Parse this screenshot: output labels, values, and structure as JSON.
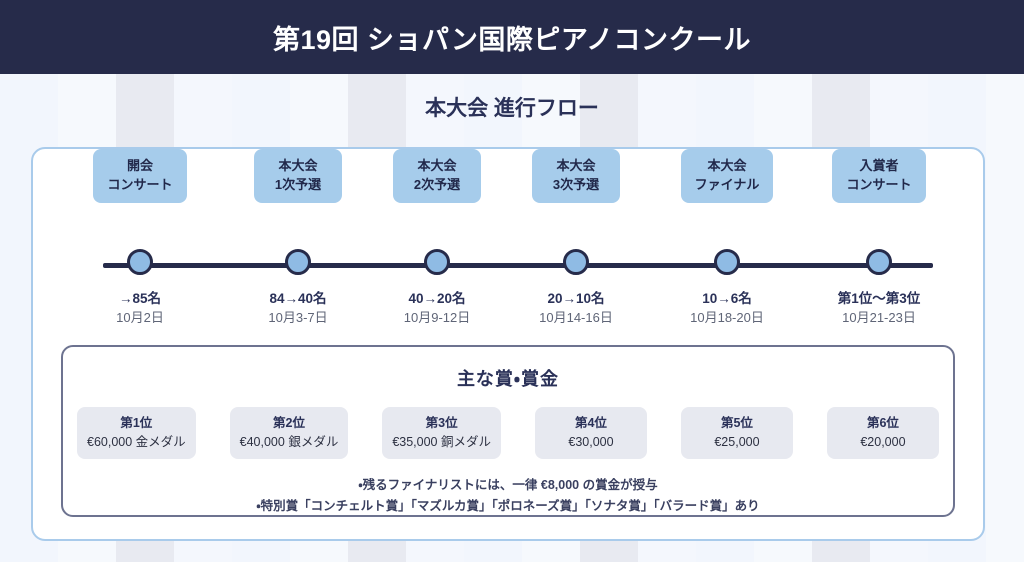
{
  "header": {
    "title": "第19回 ショパン国際ピアノコンクール"
  },
  "section": {
    "heading": "本大会 進行フロー"
  },
  "timeline": {
    "stages": [
      {
        "label": "開会\nコンサート",
        "count": "→85名",
        "date": "10月2日"
      },
      {
        "label": "本大会\n1次予選",
        "count": "84→40名",
        "date": "10月3-7日"
      },
      {
        "label": "本大会\n2次予選",
        "count": "40→20名",
        "date": "10月9-12日"
      },
      {
        "label": "本大会\n3次予選",
        "count": "20→10名",
        "date": "10月14-16日"
      },
      {
        "label": "本大会\nファイナル",
        "count": "10→6名",
        "date": "10月18-20日"
      },
      {
        "label": "入賞者\nコンサート",
        "count": "第1位〜第3位",
        "date": "10月21-23日"
      }
    ]
  },
  "prizes": {
    "title": "主な賞・賞金",
    "items": [
      {
        "rank": "第1位",
        "amount": "€60,000 金メダル"
      },
      {
        "rank": "第2位",
        "amount": "€40,000 銀メダル"
      },
      {
        "rank": "第3位",
        "amount": "€35,000 銅メダル"
      },
      {
        "rank": "第4位",
        "amount": "€30,000"
      },
      {
        "rank": "第5位",
        "amount": "€25,000"
      },
      {
        "rank": "第6位",
        "amount": "€20,000"
      }
    ],
    "notes": [
      "・残るファイナリストには、一律 €8,000 の賞金が授与",
      "・特別賞「コンチェルト賞」「マズルカ賞」「ポロネーズ賞」「ソナタ賞」「バラード賞」あり"
    ]
  },
  "colors": {
    "header_bg": "#262b4a",
    "accent_blue": "#a6cceb",
    "node_fill": "#8fbbe4",
    "card_border": "#a9cbeb",
    "panel_border": "#6d7390",
    "chip_bg": "#e7e9f0",
    "text_navy": "#2a3158"
  }
}
